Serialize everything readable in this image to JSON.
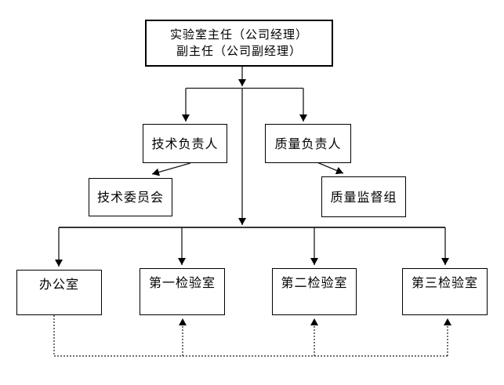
{
  "diagram": {
    "type": "org-chart",
    "background": "#ffffff",
    "colors": {
      "line": "#1a1a1a",
      "box_border": "#000000",
      "text": "#000000"
    },
    "nodes": {
      "director": {
        "line1": "实验室主任（公司经理）",
        "line2": "副主任（公司副经理）"
      },
      "tech_lead": {
        "label": "技术负责人"
      },
      "quality_lead": {
        "label": "质量负责人"
      },
      "tech_committee": {
        "label": "技术委员会"
      },
      "quality_supervision": {
        "label": "质量监督组"
      },
      "office": {
        "label": "办公室"
      },
      "lab1": {
        "label": "第一检验室"
      },
      "lab2": {
        "label": "第二检验室"
      },
      "lab3": {
        "label": "第三检验室"
      }
    },
    "edges": [
      {
        "from": "director",
        "to": "tech_lead",
        "style": "solid-arrow"
      },
      {
        "from": "director",
        "to": "quality_lead",
        "style": "solid-arrow"
      },
      {
        "from": "tech_lead",
        "to": "tech_committee",
        "style": "solid-arrow"
      },
      {
        "from": "quality_lead",
        "to": "quality_supervision",
        "style": "solid-arrow"
      },
      {
        "from": "director",
        "to": "office",
        "style": "solid-arrow"
      },
      {
        "from": "director",
        "to": "lab1",
        "style": "solid-arrow"
      },
      {
        "from": "director",
        "to": "lab2",
        "style": "solid-arrow"
      },
      {
        "from": "director",
        "to": "lab3",
        "style": "solid-arrow"
      },
      {
        "from": "office",
        "to": "lab1",
        "style": "dotted-arrow"
      },
      {
        "from": "office",
        "to": "lab2",
        "style": "dotted-arrow"
      },
      {
        "from": "office",
        "to": "lab3",
        "style": "dotted-arrow"
      }
    ]
  }
}
